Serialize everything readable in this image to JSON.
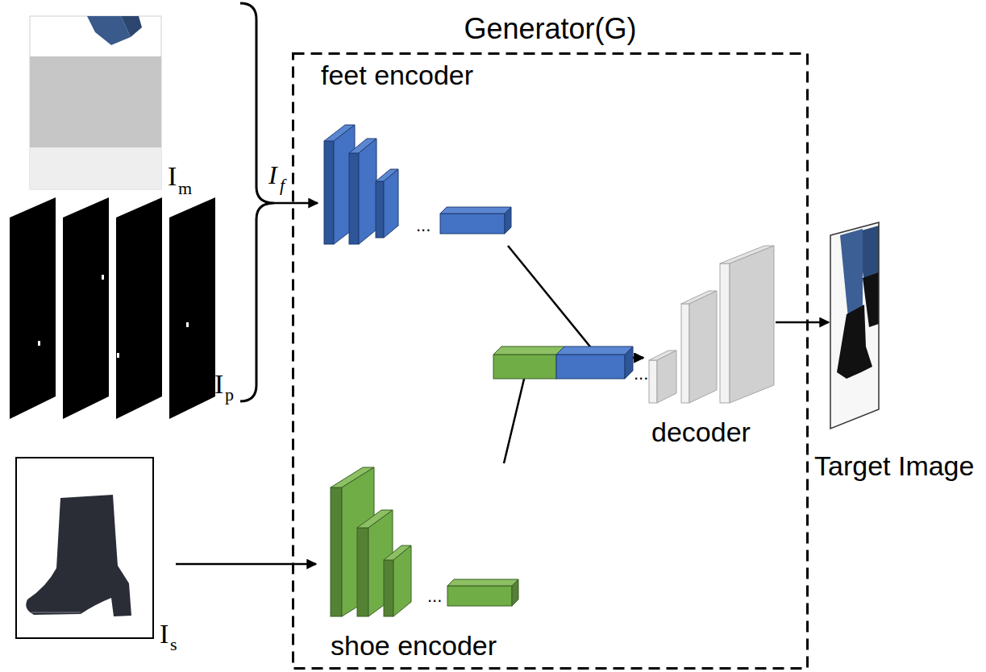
{
  "diagram": {
    "nodes": [
      {
        "text": [
          "Generator(G)"
        ]
      },
      {
        "text": [
          "feet encoder"
        ],
        "in": 0
      },
      {
        "text": [
          "shoe encoder"
        ],
        "in": 0
      },
      {
        "text": [
          "decoder"
        ],
        "in": 0
      }
    ],
    "edges": [
      {
        "from": 1,
        "to": 3,
        "arrow": "to"
      },
      {
        "from": 2,
        "to": 3,
        "arrow": "to"
      }
    ],
    "labels": [
      "I",
      "m",
      "I",
      "f",
      "I",
      "p",
      "I",
      "s",
      "...",
      "...",
      "...",
      "Target Image"
    ]
  }
}
